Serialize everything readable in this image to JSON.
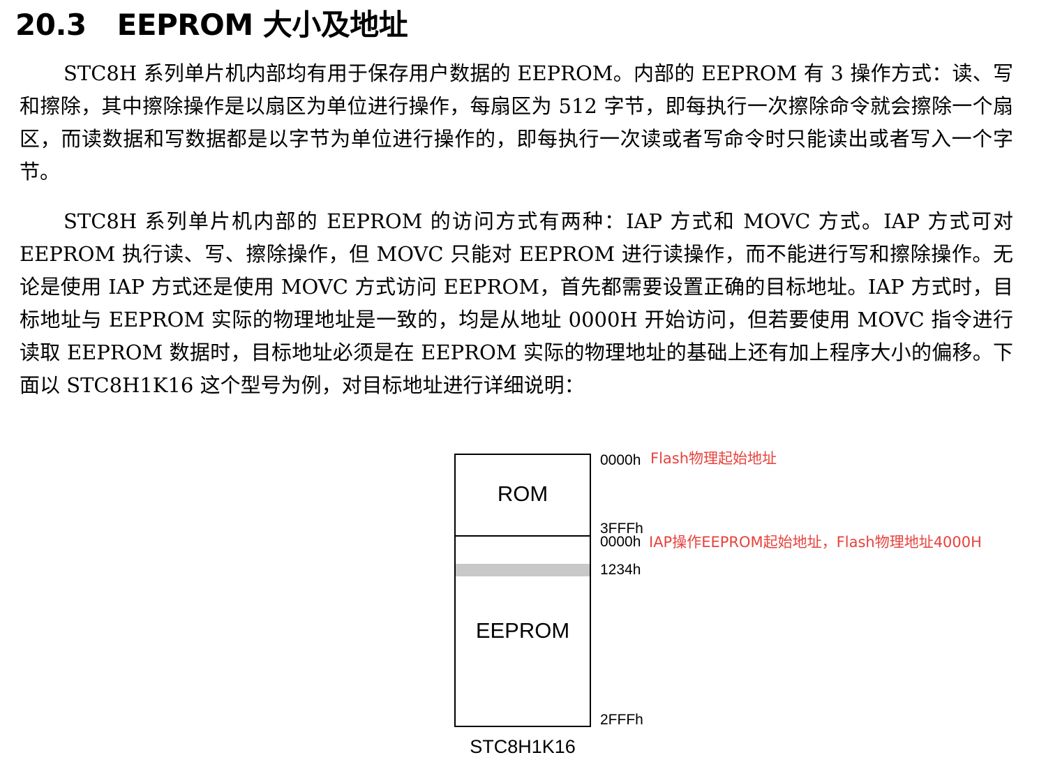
{
  "heading": {
    "number": "20.3",
    "title": "EEPROM 大小及地址"
  },
  "paragraphs": [
    "STC8H 系列单片机内部均有用于保存用户数据的 EEPROM。内部的 EEPROM 有 3 操作方式：读、写和擦除，其中擦除操作是以扇区为单位进行操作，每扇区为 512 字节，即每执行一次擦除命令就会擦除一个扇区，而读数据和写数据都是以字节为单位进行操作的，即每执行一次读或者写命令时只能读出或者写入一个字节。",
    "STC8H 系列单片机内部的 EEPROM 的访问方式有两种：IAP 方式和 MOVC 方式。IAP 方式可对 EEPROM 执行读、写、擦除操作，但 MOVC 只能对 EEPROM 进行读操作，而不能进行写和擦除操作。无论是使用 IAP 方式还是使用 MOVC 方式访问 EEPROM，首先都需要设置正确的目标地址。IAP 方式时，目标地址与 EEPROM 实际的物理地址是一致的，均是从地址 0000H 开始访问，但若要使用 MOVC 指令进行读取 EEPROM 数据时，目标地址必须是在 EEPROM 实际的物理地址的基础上还有加上程序大小的偏移。下面以 STC8H1K16 这个型号为例，对目标地址进行详细说明："
  ],
  "diagram": {
    "regions": {
      "rom": "ROM",
      "eeprom": "EEPROM"
    },
    "addresses": {
      "rom_start": "0000h",
      "rom_end": "3FFFh",
      "eeprom_start": "0000h",
      "eeprom_marker": "1234h",
      "eeprom_end": "2FFFh"
    },
    "notes": {
      "flash_start": "Flash物理起始地址",
      "iap_start": "IAP操作EEPROM起始地址，Flash物理地址4000H"
    },
    "chip_model": "STC8H1K16",
    "colors": {
      "note": "#e8413c",
      "highlight_band": "#c8c8c8"
    }
  }
}
